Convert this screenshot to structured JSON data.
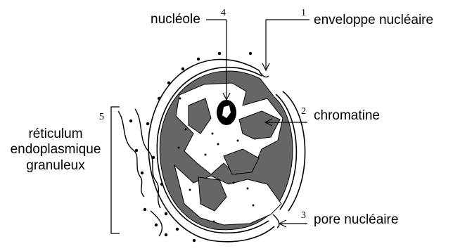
{
  "labels": {
    "nucleole": "nucléole",
    "enveloppe": "enveloppe nucléaire",
    "chromatine": "chromatine",
    "pore": "pore nucléaire",
    "reticulum_line1": "réticulum",
    "reticulum_line2": "endoplasmique",
    "reticulum_line3": "granuleux"
  },
  "numbers": {
    "n1": "1",
    "n2": "2",
    "n3": "3",
    "n4": "4",
    "n5": "5"
  },
  "colors": {
    "chromatin": "#666666",
    "outline": "#000000",
    "background": "#ffffff"
  }
}
